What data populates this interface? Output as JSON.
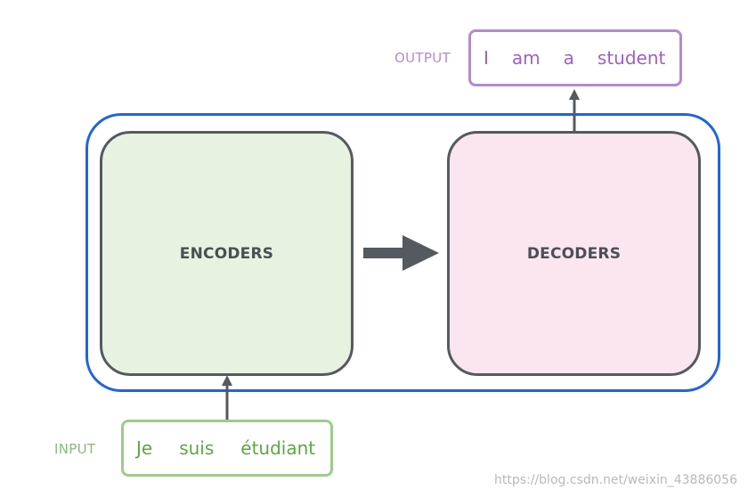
{
  "output": {
    "label": "OUTPUT",
    "tokens": [
      "I",
      "am",
      "a",
      "student"
    ]
  },
  "input": {
    "label": "INPUT",
    "tokens": [
      "Je",
      "suis",
      "étudiant"
    ]
  },
  "encoder": {
    "label": "ENCODERS"
  },
  "decoder": {
    "label": "DECODERS"
  },
  "watermark": "https://blog.csdn.net/weixin_43886056",
  "colors": {
    "outer_border": "#1f63e0",
    "encoder_fill": "#e7f3e0",
    "decoder_fill": "#fbe6ef",
    "block_border": "#555a60",
    "output_accent": "#b48ad0",
    "input_accent": "#9ccc8c",
    "arrow": "#555a60"
  }
}
